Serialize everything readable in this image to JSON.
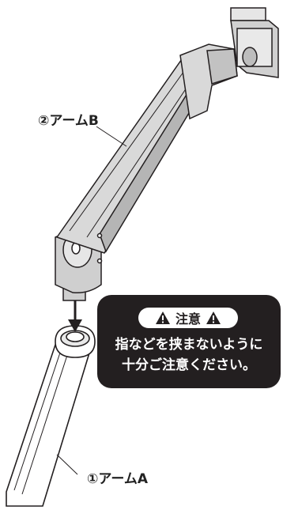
{
  "labels": {
    "arm_b": "②アームB",
    "arm_a": "①アームA"
  },
  "caution": {
    "title": "注意",
    "lines": [
      "指などを挟まないように",
      "十分ご注意ください。"
    ]
  },
  "icons": [
    "warning-triangle-icon",
    "warning-triangle-icon"
  ],
  "colors": {
    "line": "#231f20",
    "arm_fill": "#d9d9d9",
    "arm_shadow": "#a9a9a9",
    "callout_bg": "#231f20",
    "callout_text": "#ffffff"
  }
}
